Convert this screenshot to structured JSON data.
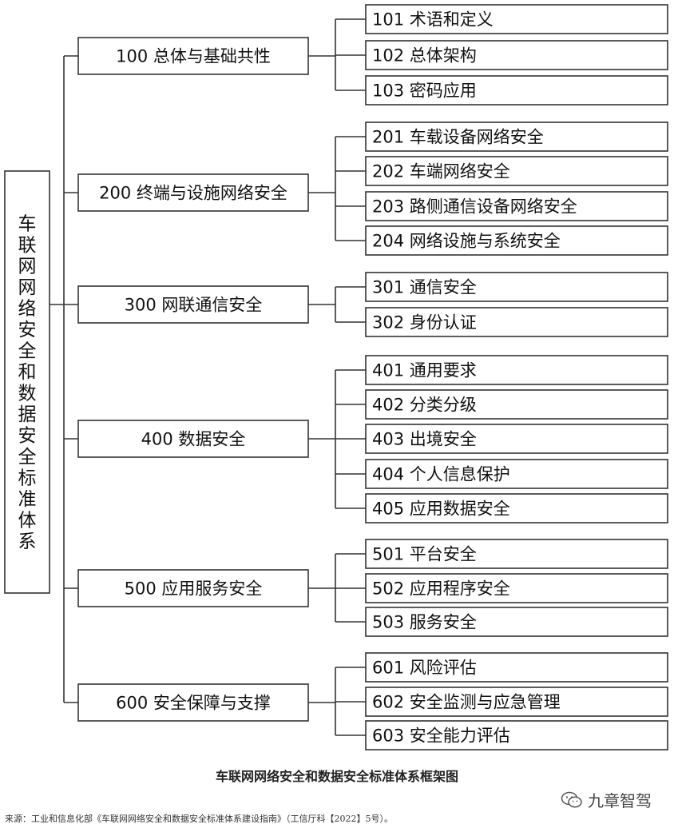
{
  "root": {
    "label": "车联网网络安全和数据安全标准体系"
  },
  "groups": [
    {
      "label": "100  总体与基础共性",
      "items": [
        "101  术语和定义",
        "102  总体架构",
        "103  密码应用"
      ]
    },
    {
      "label": "200  终端与设施网络安全",
      "items": [
        "201  车载设备网络安全",
        "202  车端网络安全",
        "203  路侧通信设备网络安全",
        "204  网络设施与系统安全"
      ]
    },
    {
      "label": "300  网联通信安全",
      "items": [
        "301  通信安全",
        "302  身份认证"
      ]
    },
    {
      "label": "400  数据安全",
      "items": [
        "401  通用要求",
        "402  分类分级",
        "403  出境安全",
        "404  个人信息保护",
        "405  应用数据安全"
      ]
    },
    {
      "label": "500  应用服务安全",
      "items": [
        "501  平台安全",
        "502  应用程序安全",
        "503  服务安全"
      ]
    },
    {
      "label": "600  安全保障与支撑",
      "items": [
        "601  风险评估",
        "602  安全监测与应急管理",
        "603  安全能力评估"
      ]
    }
  ],
  "caption": "车联网网络安全和数据安全标准体系框架图",
  "source": "来源：工业和信息化部《车联网网络安全和数据安全标准体系建设指南》（工信厅科【2022】5号）。",
  "watermark": {
    "text": "九章智驾",
    "icon": "wechat-logo-icon"
  }
}
